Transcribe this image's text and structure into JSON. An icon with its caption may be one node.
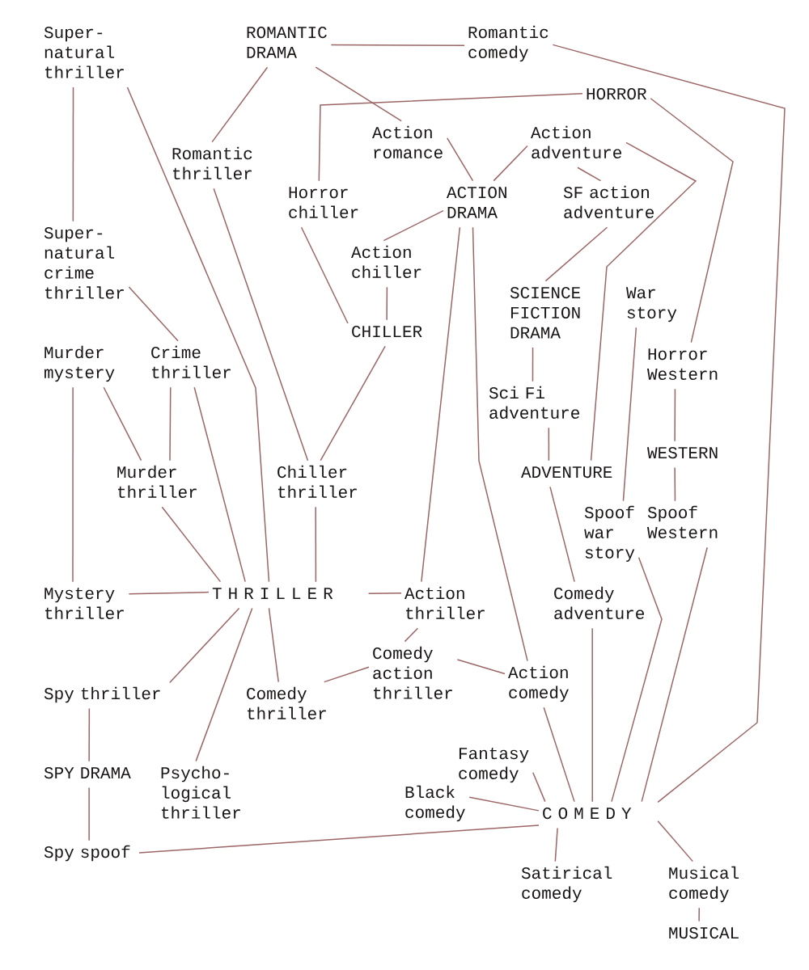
{
  "diagram": {
    "nodes": [
      {
        "text": [
          "Super- natural thriller"
        ]
      },
      {
        "text": [
          "ROMANTIC DRAMA"
        ]
      },
      {
        "text": [
          "Romantic comedy"
        ]
      },
      {
        "text": [
          "HORROR"
        ]
      },
      {
        "text": [
          "Action romance"
        ]
      },
      {
        "text": [
          "Action adventure"
        ]
      },
      {
        "text": [
          "Romantic thriller"
        ]
      },
      {
        "text": [
          "Horror chiller"
        ]
      },
      {
        "text": [
          "ACTION DRAMA"
        ]
      },
      {
        "text": [
          "SF action adventure"
        ]
      },
      {
        "text": [
          "Super- natural crime thriller"
        ]
      },
      {
        "text": [
          "Action chiller"
        ]
      },
      {
        "text": [
          "SCIENCE FICTION DRAMA"
        ]
      },
      {
        "text": [
          "War story"
        ]
      },
      {
        "text": [
          "CHILLER"
        ]
      },
      {
        "text": [
          "Murder mystery"
        ]
      },
      {
        "text": [
          "Crime thriller"
        ]
      },
      {
        "text": [
          "Horror Western"
        ]
      },
      {
        "text": [
          "Sci Fi adventure"
        ]
      },
      {
        "text": [
          "WESTERN"
        ]
      },
      {
        "text": [
          "Murder thriller"
        ]
      },
      {
        "text": [
          "Chiller thriller"
        ]
      },
      {
        "text": [
          "ADVENTURE"
        ]
      },
      {
        "text": [
          "Spoof war story"
        ]
      },
      {
        "text": [
          "Spoof Western"
        ]
      },
      {
        "text": [
          "Mystery thriller"
        ]
      },
      {
        "text": [
          "T H R I L L E R"
        ]
      },
      {
        "text": [
          "Action thriller"
        ]
      },
      {
        "text": [
          "Comedy adventure"
        ]
      },
      {
        "text": [
          "Comedy action thriller"
        ]
      },
      {
        "text": [
          "Action comedy"
        ]
      },
      {
        "text": [
          "Spy thriller"
        ]
      },
      {
        "text": [
          "Comedy thriller"
        ]
      },
      {
        "text": [
          "Fantasy comedy"
        ]
      },
      {
        "text": [
          "SPY DRAMA"
        ]
      },
      {
        "text": [
          "Psycho- logical thriller"
        ]
      },
      {
        "text": [
          "Black comedy"
        ]
      },
      {
        "text": [
          "C O M E D Y"
        ]
      },
      {
        "text": [
          "Spy spoof"
        ]
      },
      {
        "text": [
          "Satirical comedy"
        ]
      },
      {
        "text": [
          "Musical comedy"
        ]
      },
      {
        "text": [
          "MUSICAL"
        ]
      }
    ],
    "edges": [
      {
        "from": 1,
        "to": 2,
        "arrow": "none"
      },
      {
        "from": 1,
        "to": 6,
        "arrow": "none"
      },
      {
        "from": 1,
        "to": 4,
        "arrow": "none"
      },
      {
        "from": 2,
        "to": 37,
        "arrow": "none"
      },
      {
        "from": 3,
        "to": 7,
        "arrow": "none"
      },
      {
        "from": 3,
        "to": 17,
        "arrow": "none"
      },
      {
        "from": 0,
        "to": 10,
        "arrow": "none"
      },
      {
        "from": 0,
        "to": 26,
        "arrow": "none"
      },
      {
        "from": 6,
        "to": 21,
        "arrow": "none"
      },
      {
        "from": 4,
        "to": 8,
        "arrow": "none"
      },
      {
        "from": 5,
        "to": 8,
        "arrow": "none"
      },
      {
        "from": 5,
        "to": 9,
        "arrow": "none"
      },
      {
        "from": 5,
        "to": 22,
        "arrow": "none"
      },
      {
        "from": 7,
        "to": 14,
        "arrow": "none"
      },
      {
        "from": 8,
        "to": 11,
        "arrow": "none"
      },
      {
        "from": 8,
        "to": 27,
        "arrow": "none"
      },
      {
        "from": 8,
        "to": 30,
        "arrow": "none"
      },
      {
        "from": 9,
        "to": 12,
        "arrow": "none"
      },
      {
        "from": 10,
        "to": 16,
        "arrow": "none"
      },
      {
        "from": 11,
        "to": 14,
        "arrow": "none"
      },
      {
        "from": 12,
        "to": 18,
        "arrow": "none"
      },
      {
        "from": 13,
        "to": 23,
        "arrow": "none"
      },
      {
        "from": 14,
        "to": 21,
        "arrow": "none"
      },
      {
        "from": 15,
        "to": 20,
        "arrow": "none"
      },
      {
        "from": 15,
        "to": 25,
        "arrow": "none"
      },
      {
        "from": 16,
        "to": 20,
        "arrow": "none"
      },
      {
        "from": 16,
        "to": 26,
        "arrow": "none"
      },
      {
        "from": 17,
        "to": 19,
        "arrow": "none"
      },
      {
        "from": 18,
        "to": 22,
        "arrow": "none"
      },
      {
        "from": 19,
        "to": 24,
        "arrow": "none"
      },
      {
        "from": 20,
        "to": 26,
        "arrow": "none"
      },
      {
        "from": 21,
        "to": 26,
        "arrow": "none"
      },
      {
        "from": 22,
        "to": 28,
        "arrow": "none"
      },
      {
        "from": 23,
        "to": 37,
        "arrow": "none"
      },
      {
        "from": 24,
        "to": 37,
        "arrow": "none"
      },
      {
        "from": 25,
        "to": 26,
        "arrow": "none"
      },
      {
        "from": 26,
        "to": 27,
        "arrow": "none"
      },
      {
        "from": 26,
        "to": 31,
        "arrow": "none"
      },
      {
        "from": 26,
        "to": 35,
        "arrow": "none"
      },
      {
        "from": 26,
        "to": 32,
        "arrow": "none"
      },
      {
        "from": 27,
        "to": 29,
        "arrow": "none"
      },
      {
        "from": 28,
        "to": 37,
        "arrow": "none"
      },
      {
        "from": 29,
        "to": 30,
        "arrow": "none"
      },
      {
        "from": 29,
        "to": 32,
        "arrow": "none"
      },
      {
        "from": 30,
        "to": 37,
        "arrow": "none"
      },
      {
        "from": 31,
        "to": 34,
        "arrow": "none"
      },
      {
        "from": 33,
        "to": 37,
        "arrow": "none"
      },
      {
        "from": 34,
        "to": 38,
        "arrow": "none"
      },
      {
        "from": 36,
        "to": 37,
        "arrow": "none"
      },
      {
        "from": 38,
        "to": 37,
        "arrow": "none"
      },
      {
        "from": 37,
        "to": 39,
        "arrow": "none"
      },
      {
        "from": 37,
        "to": 40,
        "arrow": "none"
      },
      {
        "from": 40,
        "to": 41,
        "arrow": "none"
      }
    ]
  }
}
